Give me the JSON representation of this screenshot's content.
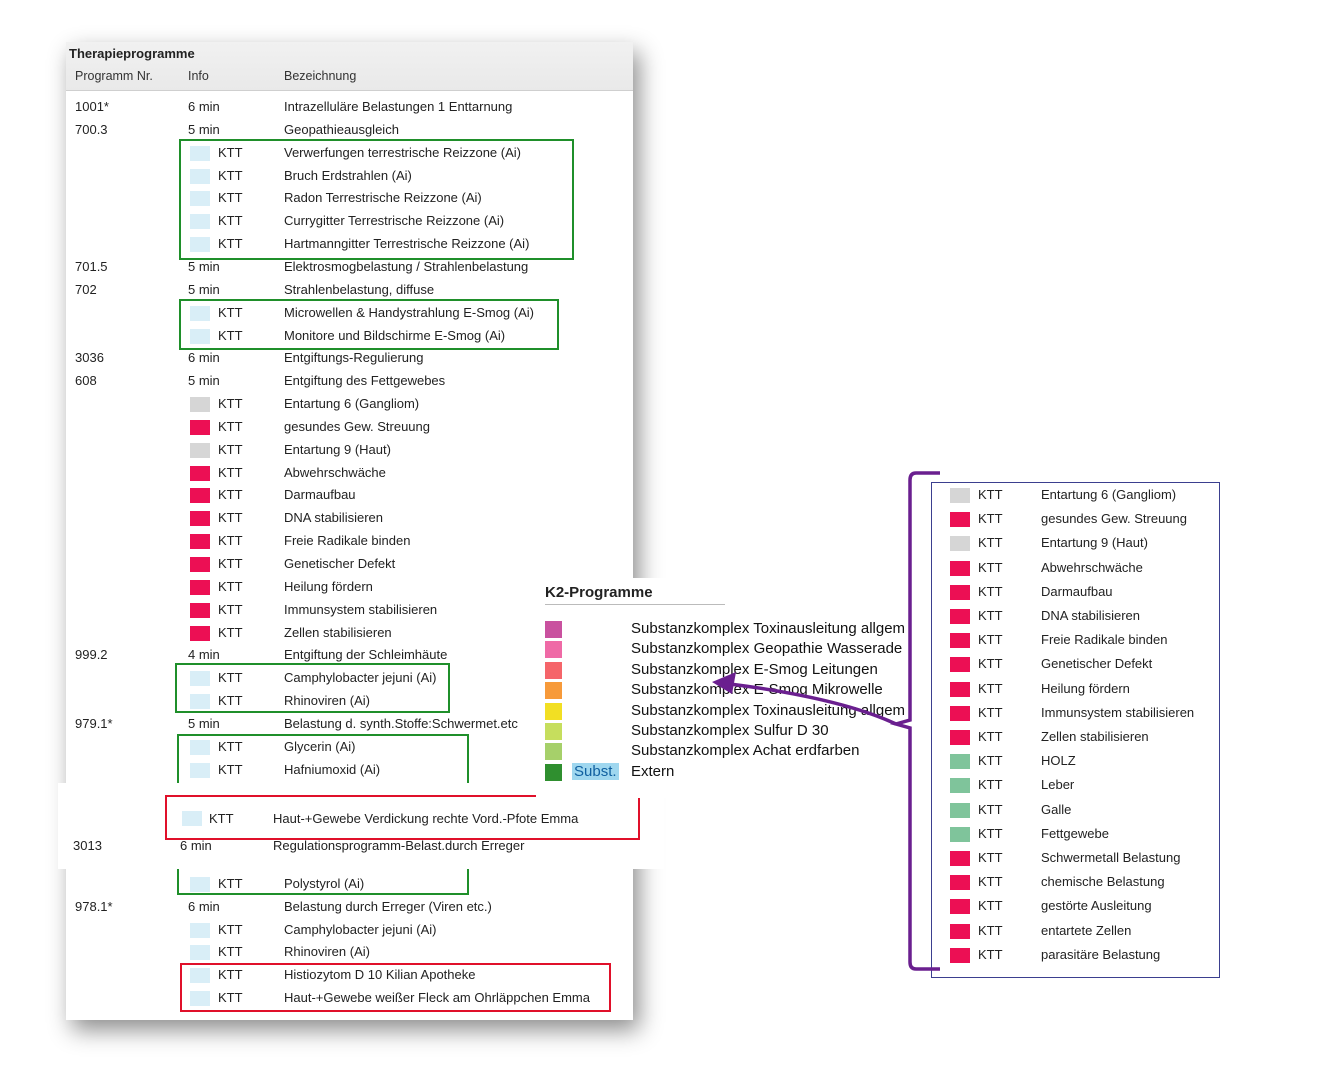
{
  "left_table": {
    "title": "Therapieprogramme",
    "headers": [
      "Programm Nr.",
      "Info",
      "Bezeichnung"
    ],
    "rows": [
      {
        "nr": "1001*",
        "info": "6 min",
        "name": "Intrazelluläre Belastungen 1 Enttarnung"
      },
      {
        "nr": "700.3",
        "info": "5 min",
        "name": "Geopathieausgleich"
      },
      {
        "swatch": "light",
        "info": "KTT",
        "name": "Verwerfungen terrestrische Reizzone (Ai)"
      },
      {
        "swatch": "light",
        "info": "KTT",
        "name": "Bruch Erdstrahlen (Ai)"
      },
      {
        "swatch": "light",
        "info": "KTT",
        "name": "Radon Terrestrische Reizzone (Ai)"
      },
      {
        "swatch": "light",
        "info": "KTT",
        "name": "Currygitter Terrestrische Reizzone (Ai)"
      },
      {
        "swatch": "light",
        "info": "KTT",
        "name": "Hartmanngitter Terrestrische Reizzone (Ai)"
      },
      {
        "nr": "701.5",
        "info": "5 min",
        "name": "Elektrosmogbelastung / Strahlenbelastung"
      },
      {
        "nr": "702",
        "info": "5 min",
        "name": "Strahlenbelastung, diffuse"
      },
      {
        "swatch": "light",
        "info": "KTT",
        "name": "Microwellen & Handystrahlung E-Smog (Ai)"
      },
      {
        "swatch": "light",
        "info": "KTT",
        "name": "Monitore und Bildschirme E-Smog (Ai)"
      },
      {
        "nr": "3036",
        "info": "6 min",
        "name": "Entgiftungs-Regulierung"
      },
      {
        "nr": "608",
        "info": "5 min",
        "name": "Entgiftung des Fettgewebes"
      },
      {
        "swatch": "grey",
        "info": "KTT",
        "name": "Entartung 6 (Gangliom)"
      },
      {
        "swatch": "pink",
        "info": "KTT",
        "name": "gesundes Gew. Streuung"
      },
      {
        "swatch": "grey",
        "info": "KTT",
        "name": "Entartung 9 (Haut)"
      },
      {
        "swatch": "pink",
        "info": "KTT",
        "name": "Abwehrschwäche"
      },
      {
        "swatch": "pink",
        "info": "KTT",
        "name": "Darmaufbau"
      },
      {
        "swatch": "pink",
        "info": "KTT",
        "name": "DNA stabilisieren"
      },
      {
        "swatch": "pink",
        "info": "KTT",
        "name": "Freie Radikale binden"
      },
      {
        "swatch": "pink",
        "info": "KTT",
        "name": "Genetischer Defekt"
      },
      {
        "swatch": "pink",
        "info": "KTT",
        "name": "Heilung fördern"
      },
      {
        "swatch": "pink",
        "info": "KTT",
        "name": "Immunsystem stabilisieren"
      },
      {
        "swatch": "pink",
        "info": "KTT",
        "name": "Zellen stabilisieren"
      },
      {
        "nr": "999.2",
        "info": "4 min",
        "name": "Entgiftung der Schleimhäute"
      },
      {
        "swatch": "light",
        "info": "KTT",
        "name": "Camphylobacter jejuni (Ai)"
      },
      {
        "swatch": "light",
        "info": "KTT",
        "name": "Rhinoviren (Ai)"
      },
      {
        "nr": "979.1*",
        "info": "5 min",
        "name": "Belastung d. synth.Stoffe:Schwermet.etc"
      },
      {
        "swatch": "light",
        "info": "KTT",
        "name": "Glycerin (Ai)"
      },
      {
        "swatch": "light",
        "info": "KTT",
        "name": "Hafniumoxid (Ai)"
      }
    ],
    "overlay_row": {
      "info": "KTT",
      "name": "Haut-+Gewebe Verdickung rechte Vord.-Pfote Emma"
    },
    "row_3013": {
      "nr": "3013",
      "info": "6 min",
      "name": "Regulationsprogramm-Belast.durch Erreger"
    },
    "bottom_rows": [
      {
        "swatch": "light",
        "info": "KTT",
        "name": "Polystyrol (Ai)"
      },
      {
        "nr": "978.1*",
        "info": "6 min",
        "name": "Belastung durch Erreger (Viren etc.)"
      },
      {
        "swatch": "light",
        "info": "KTT",
        "name": "Camphylobacter jejuni (Ai)"
      },
      {
        "swatch": "light",
        "info": "KTT",
        "name": "Rhinoviren (Ai)"
      },
      {
        "swatch": "light",
        "info": "KTT",
        "name": "Histiozytom D 10 Kilian Apotheke"
      },
      {
        "swatch": "light",
        "info": "KTT",
        "name": "Haut-+Gewebe weißer Fleck am Ohrläppchen Emma"
      }
    ]
  },
  "k2": {
    "title": "K2-Programme",
    "items": [
      {
        "color": "#c9519f",
        "label": "Substanzkomplex Toxinausleitung allgem"
      },
      {
        "color": "#ef6aa6",
        "label": "Substanzkomplex Geopathie Wasserade"
      },
      {
        "color": "#f5656a",
        "label": "Substanzkomplex E-Smog Leitungen"
      },
      {
        "color": "#f79a3a",
        "label": "Substanzkomplex E-Smog Mikrowelle"
      },
      {
        "color": "#f2df23",
        "label": "Substanzkomplex Toxinausleitung allgem"
      },
      {
        "color": "#c6de5d",
        "label": "Substanzkomplex Sulfur D 30"
      },
      {
        "color": "#a6d06a",
        "label": "Substanzkomplex Achat erdfarben"
      },
      {
        "color": "#2f8f2f",
        "label": "Extern",
        "tag": "Subst."
      }
    ]
  },
  "right_list": {
    "rows": [
      {
        "swatch": "grey",
        "info": "KTT",
        "name": "Entartung 6 (Gangliom)"
      },
      {
        "swatch": "pink",
        "info": "KTT",
        "name": "gesundes Gew. Streuung"
      },
      {
        "swatch": "grey",
        "info": "KTT",
        "name": "Entartung 9 (Haut)"
      },
      {
        "swatch": "pink",
        "info": "KTT",
        "name": "Abwehrschwäche"
      },
      {
        "swatch": "pink",
        "info": "KTT",
        "name": "Darmaufbau"
      },
      {
        "swatch": "pink",
        "info": "KTT",
        "name": "DNA stabilisieren"
      },
      {
        "swatch": "pink",
        "info": "KTT",
        "name": "Freie Radikale binden"
      },
      {
        "swatch": "pink",
        "info": "KTT",
        "name": "Genetischer Defekt"
      },
      {
        "swatch": "pink",
        "info": "KTT",
        "name": "Heilung fördern"
      },
      {
        "swatch": "pink",
        "info": "KTT",
        "name": "Immunsystem stabilisieren"
      },
      {
        "swatch": "pink",
        "info": "KTT",
        "name": "Zellen stabilisieren"
      },
      {
        "swatch": "green",
        "info": "KTT",
        "name": "HOLZ"
      },
      {
        "swatch": "green",
        "info": "KTT",
        "name": "Leber"
      },
      {
        "swatch": "green",
        "info": "KTT",
        "name": "Galle"
      },
      {
        "swatch": "green",
        "info": "KTT",
        "name": "Fettgewebe"
      },
      {
        "swatch": "pink",
        "info": "KTT",
        "name": "Schwermetall Belastung"
      },
      {
        "swatch": "pink",
        "info": "KTT",
        "name": "chemische Belastung"
      },
      {
        "swatch": "pink",
        "info": "KTT",
        "name": "gestörte Ausleitung"
      },
      {
        "swatch": "pink",
        "info": "KTT",
        "name": "entartete Zellen"
      },
      {
        "swatch": "pink",
        "info": "KTT",
        "name": "parasitäre Belastung"
      }
    ]
  },
  "colors": {
    "green_box": "#1f8f2a",
    "red_box": "#e0102a",
    "purple_annotation": "#6a1f8f",
    "navy_border": "#3b3f8f",
    "pink_swatch": "#ec0f54",
    "grey_swatch": "#d6d6d6",
    "light_swatch": "#d9eef7",
    "green_swatch": "#7fc49b"
  }
}
